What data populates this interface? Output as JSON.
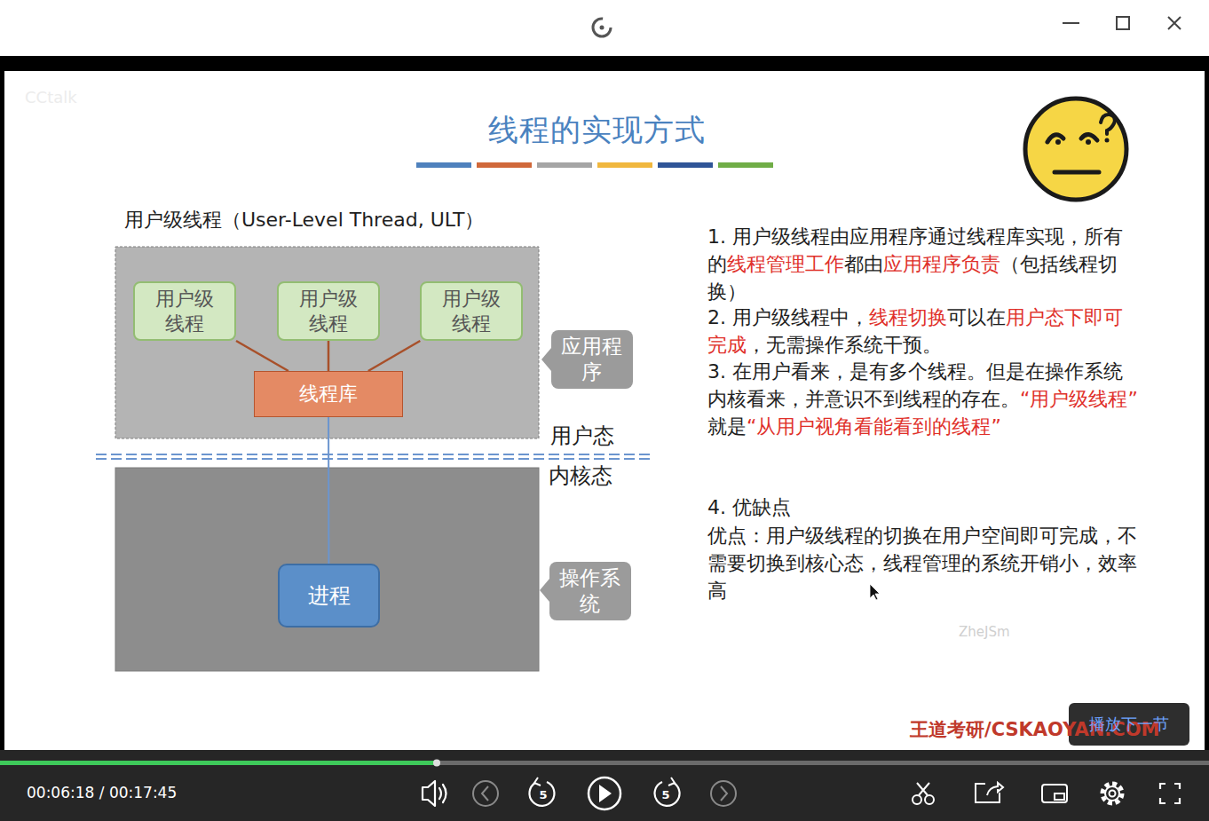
{
  "diagram": {
    "title": "线程的实现方式",
    "nodes": [
      {
        "text": [
          "用户级线程"
        ]
      },
      {
        "text": [
          "用户级线程"
        ]
      },
      {
        "text": [
          "用户级线程"
        ]
      },
      {
        "text": [
          "线程库"
        ]
      },
      {
        "text": [
          "应用程序"
        ]
      },
      {
        "text": [
          "进程"
        ]
      },
      {
        "text": [
          "操作系统"
        ]
      }
    ],
    "edges": [
      {
        "from": 0,
        "to": 3,
        "arrow": "none"
      },
      {
        "from": 1,
        "to": 3,
        "arrow": "none"
      },
      {
        "from": 2,
        "to": 3,
        "arrow": "none"
      },
      {
        "from": 3,
        "to": 5,
        "arrow": "none"
      }
    ],
    "labels": [
      "CCtalk",
      "用户级线程（User-Level Thread, ULT）",
      "用户态",
      "内核态",
      "1. 用户级线程由应用程序通过线程库实现，所有的",
      "线程管理工作",
      "都由",
      "应用程序负责",
      "（包括线程切换）",
      "2. 用户级线程中，",
      "线程切换",
      "可以在",
      "用户态下即可完成",
      "，无需操作系统干预。",
      "3. 在用户看来，是有多个线程。但是在操作系统内核看来，并意识不到线程的存在。",
      "“用户级线程”",
      "就是",
      "“从用户视角看能看到的线程”",
      "4. 优缺点",
      "优点：用户级线程的切换在用户空间即可完成，不需要切换到核心态，线程管理的系统开销小，效率高",
      "ZheJSm",
      "王道考研/CSKAOYAN.COM",
      "播放下一节",
      "00:06:18 / 00:17:45",
      "5",
      "5"
    ]
  }
}
